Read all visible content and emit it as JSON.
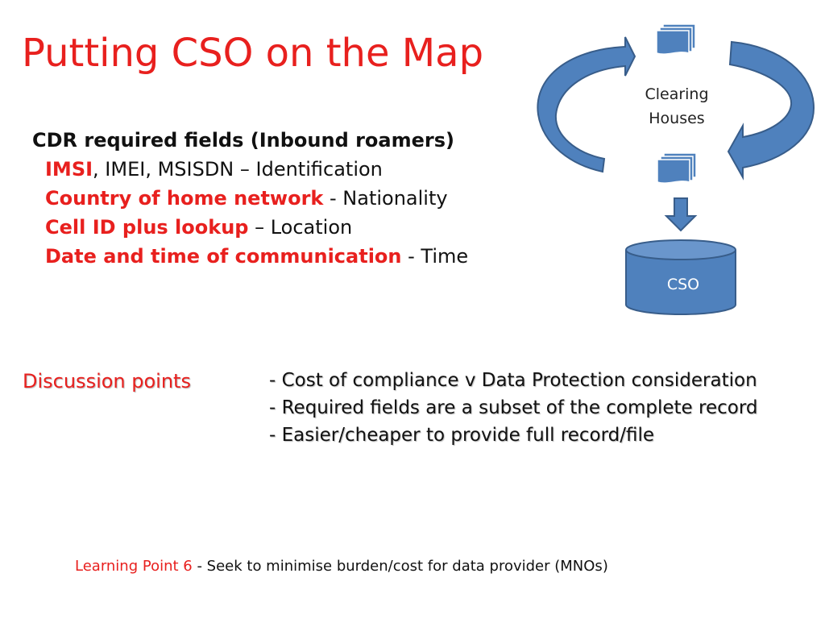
{
  "slide": {
    "title": "Putting CSO on the Map",
    "fields": {
      "heading": "CDR required fields (Inbound roamers)",
      "lines": [
        {
          "highlight": "IMSI",
          "rest": ", IMEI, MSISDN – Identification"
        },
        {
          "highlight": "Country of home network",
          "rest": " - Nationality"
        },
        {
          "highlight": "Cell ID plus lookup",
          "rest": " – Location"
        },
        {
          "highlight": "Date and time of communication",
          "rest": " - Time"
        }
      ]
    },
    "diagram": {
      "clearing_line1": "Clearing",
      "clearing_line2": "Houses",
      "cso_label": "CSO"
    },
    "discussion": {
      "label": "Discussion points",
      "items": [
        "- Cost of compliance v Data Protection consideration",
        "- Required fields are a subset of the complete record",
        "- Easier/cheaper to provide full record/file"
      ]
    },
    "learning_point": {
      "label": "Learning Point 6",
      "text": " - Seek to minimise burden/cost for data provider (MNOs)"
    },
    "colors": {
      "accent_red": "#e8201e",
      "shape_fill": "#4f81bd",
      "shape_stroke": "#385d8a"
    }
  }
}
